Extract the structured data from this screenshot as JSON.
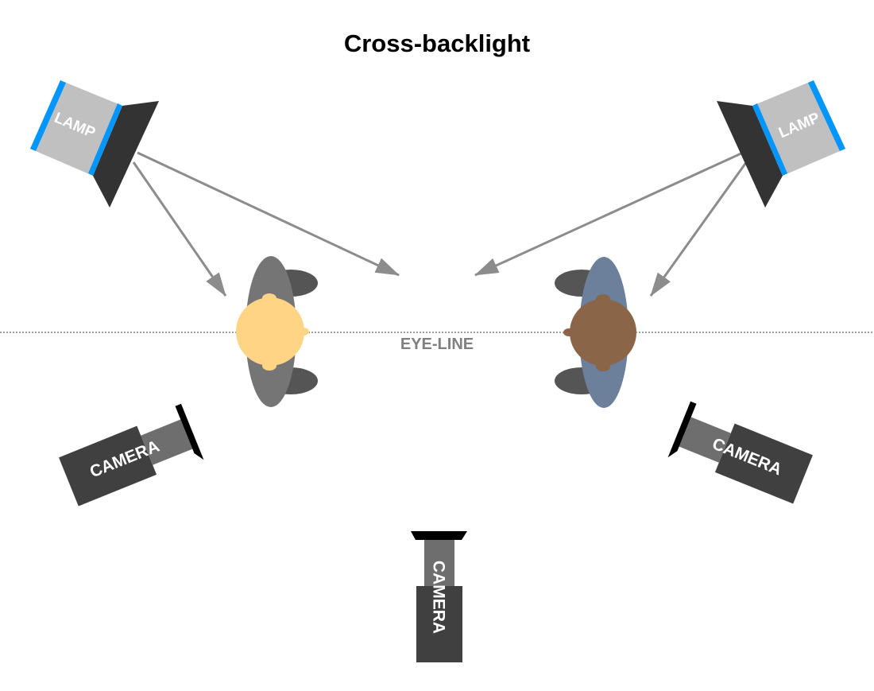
{
  "title": "Cross-backlight",
  "eye_line_label": "EYE-LINE",
  "lamps": [
    {
      "label": "LAMP"
    },
    {
      "label": "LAMP"
    }
  ],
  "cameras": [
    {
      "label": "CAMERA"
    },
    {
      "label": "CAMERA"
    },
    {
      "label": "CAMERA"
    }
  ],
  "colors": {
    "lamp_body": "#c0c0c0",
    "lamp_edge": "#0096ff",
    "lamp_barndoor": "#333333",
    "camera_body": "#404040",
    "camera_lens": "#6e6e6e",
    "camera_hood": "#000000",
    "light_ray": "#8c8c8c",
    "person_left_head": "#ffd485",
    "person_left_body": "#757575",
    "person_right_head": "#8a6548",
    "person_right_body": "#6c7f9b",
    "shoulder_shadow": "#555555",
    "eye_line": "#666666"
  }
}
